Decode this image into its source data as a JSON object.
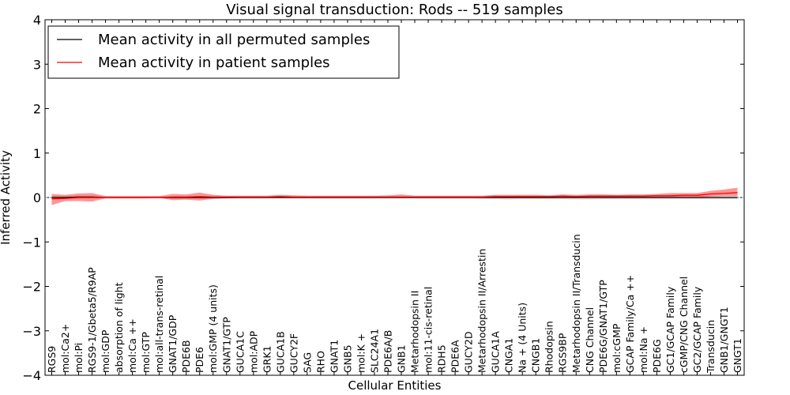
{
  "chart_data": {
    "type": "line",
    "title": "Visual signal transduction: Rods -- 519 samples",
    "xlabel": "Cellular Entities",
    "ylabel": "Inferred Activity",
    "ylim": [
      -4,
      4
    ],
    "yticks": [
      "4",
      "3",
      "2",
      "1",
      "0",
      "−1",
      "−2",
      "−3",
      "−4"
    ],
    "grid": false,
    "legend_position": "top-left",
    "categories": [
      "RGS9",
      "mol:Ca2+",
      "mol:Pi",
      "RGS9-1/Gbeta5/R9AP",
      "mol:GDP",
      "absorption of light",
      "mol:Ca ++",
      "mol:GTP",
      "mol:all-trans-retinal",
      "GNAT1/GDP",
      "PDE6B",
      "PDE6",
      "mol:GMP (4 units)",
      "GNAT1/GTP",
      "GUCA1C",
      "mol:ADP",
      "GRK1",
      "GUCA1B",
      "GUCY2F",
      "SAG",
      "RHO",
      "GNAT1",
      "GNB5",
      "mol:K +",
      "SLC24A1",
      "PDE6A/B",
      "GNB1",
      "Metarhodopsin II",
      "mol:11-cis-retinal",
      "RDH5",
      "PDE6A",
      "GUCY2D",
      "Metarhodopsin II/Arrestin",
      "GUCA1A",
      "CNGA1",
      "Na + (4 Units)",
      "CNGB1",
      "Rhodopsin",
      "RGS9BP",
      "Metarhodopsin II/Transducin",
      "CNG Channel",
      "PDE6G/GNAT1/GTP",
      "mol:cGMP",
      "GCAP Family/Ca ++",
      "mol:Na +",
      "PDE6G",
      "GC1/GCAP Family",
      "cGMP/CNG Channel",
      "GC2/GCAP Family",
      "Transducin",
      "GNB1/GNGT1",
      "GNGT1"
    ],
    "series": [
      {
        "name": "Mean activity in all permuted samples",
        "color": "#000000",
        "values": [
          0.0,
          0.0,
          0.01,
          0.01,
          0.0,
          0.0,
          0.0,
          0.0,
          0.0,
          0.0,
          0.0,
          0.0,
          0.0,
          0.0,
          0.0,
          0.0,
          0.0,
          0.0,
          0.0,
          0.0,
          0.0,
          0.0,
          0.0,
          0.0,
          0.0,
          0.0,
          0.0,
          0.0,
          0.0,
          0.0,
          0.0,
          0.0,
          0.0,
          0.0,
          0.0,
          0.0,
          0.0,
          0.0,
          0.0,
          0.0,
          0.0,
          0.0,
          0.0,
          0.0,
          0.0,
          0.0,
          0.0,
          0.0,
          0.0,
          0.0,
          0.0,
          0.0
        ],
        "band_lower": [
          -0.03,
          -0.03,
          -0.03,
          -0.03,
          -0.02,
          -0.02,
          -0.02,
          -0.02,
          -0.02,
          -0.02,
          -0.02,
          -0.02,
          -0.02,
          -0.02,
          -0.02,
          -0.02,
          -0.02,
          -0.02,
          -0.02,
          -0.02,
          -0.02,
          -0.02,
          -0.02,
          -0.02,
          -0.02,
          -0.02,
          -0.02,
          -0.02,
          -0.02,
          -0.02,
          -0.02,
          -0.02,
          -0.03,
          -0.04,
          -0.05,
          -0.04,
          -0.04,
          -0.04,
          -0.04,
          -0.05,
          -0.05,
          -0.04,
          -0.04,
          -0.04,
          -0.04,
          -0.04,
          -0.04,
          -0.04,
          -0.04,
          -0.04,
          -0.04,
          -0.04
        ],
        "band_upper": [
          0.04,
          0.04,
          0.05,
          0.05,
          0.03,
          0.03,
          0.03,
          0.03,
          0.03,
          0.03,
          0.03,
          0.03,
          0.03,
          0.03,
          0.03,
          0.03,
          0.03,
          0.03,
          0.03,
          0.03,
          0.03,
          0.03,
          0.03,
          0.03,
          0.03,
          0.03,
          0.03,
          0.03,
          0.03,
          0.03,
          0.03,
          0.03,
          0.03,
          0.04,
          0.04,
          0.04,
          0.04,
          0.04,
          0.04,
          0.04,
          0.04,
          0.04,
          0.04,
          0.04,
          0.04,
          0.04,
          0.04,
          0.04,
          0.04,
          0.04,
          0.04,
          0.04
        ]
      },
      {
        "name": "Mean activity in patient samples",
        "color": "#ff0000",
        "values": [
          -0.03,
          -0.02,
          0.0,
          0.0,
          0.0,
          0.0,
          0.0,
          0.0,
          0.0,
          0.01,
          0.01,
          0.02,
          0.01,
          0.01,
          0.01,
          0.01,
          0.01,
          0.02,
          0.01,
          0.01,
          0.01,
          0.01,
          0.01,
          0.01,
          0.01,
          0.01,
          0.01,
          0.01,
          0.01,
          0.01,
          0.01,
          0.01,
          0.01,
          0.02,
          0.02,
          0.02,
          0.02,
          0.02,
          0.03,
          0.02,
          0.03,
          0.03,
          0.03,
          0.03,
          0.03,
          0.04,
          0.04,
          0.05,
          0.05,
          0.08,
          0.09,
          0.11
        ],
        "band_lower": [
          -0.17,
          -0.08,
          -0.08,
          -0.09,
          -0.02,
          -0.02,
          -0.02,
          -0.02,
          -0.01,
          -0.06,
          -0.05,
          -0.07,
          -0.03,
          -0.02,
          -0.01,
          -0.01,
          -0.01,
          -0.01,
          -0.01,
          -0.01,
          -0.01,
          -0.01,
          -0.01,
          -0.01,
          -0.01,
          -0.01,
          -0.01,
          -0.01,
          -0.01,
          -0.01,
          -0.01,
          -0.01,
          -0.01,
          -0.01,
          -0.01,
          -0.01,
          -0.01,
          -0.01,
          -0.01,
          -0.01,
          -0.01,
          -0.01,
          -0.01,
          -0.01,
          -0.01,
          -0.01,
          0.0,
          0.0,
          0.0,
          0.02,
          0.03,
          0.03
        ],
        "band_upper": [
          0.08,
          0.06,
          0.09,
          0.1,
          0.03,
          0.03,
          0.03,
          0.03,
          0.03,
          0.08,
          0.07,
          0.11,
          0.06,
          0.04,
          0.04,
          0.04,
          0.04,
          0.06,
          0.05,
          0.04,
          0.04,
          0.04,
          0.04,
          0.04,
          0.04,
          0.05,
          0.07,
          0.04,
          0.04,
          0.04,
          0.04,
          0.04,
          0.04,
          0.06,
          0.06,
          0.06,
          0.06,
          0.05,
          0.07,
          0.06,
          0.07,
          0.07,
          0.06,
          0.07,
          0.07,
          0.08,
          0.1,
          0.1,
          0.1,
          0.15,
          0.18,
          0.22
        ]
      }
    ]
  }
}
